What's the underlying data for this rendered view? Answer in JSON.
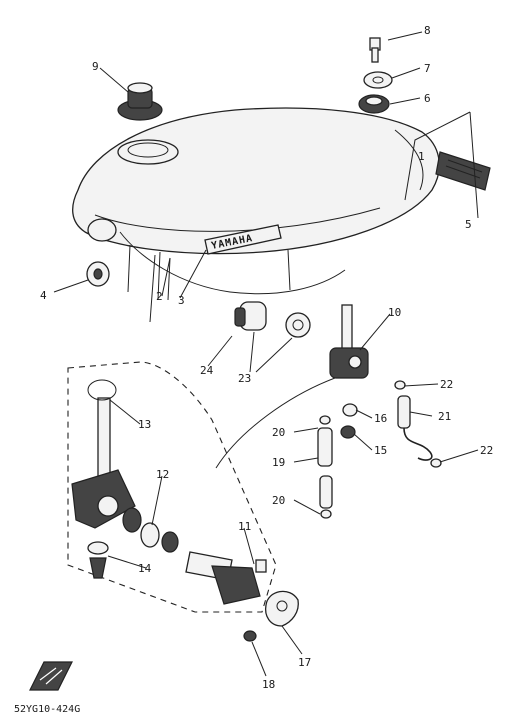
{
  "diagram": {
    "part_numbers": [
      "1",
      "2",
      "3",
      "4",
      "5",
      "6",
      "7",
      "8",
      "9",
      "10",
      "11",
      "12",
      "13",
      "14",
      "15",
      "16",
      "17",
      "18",
      "19",
      "20",
      "20",
      "21",
      "22",
      "22",
      "23",
      "24"
    ],
    "tank_brand": "YAMAHA",
    "code": "52YG10-424G"
  }
}
